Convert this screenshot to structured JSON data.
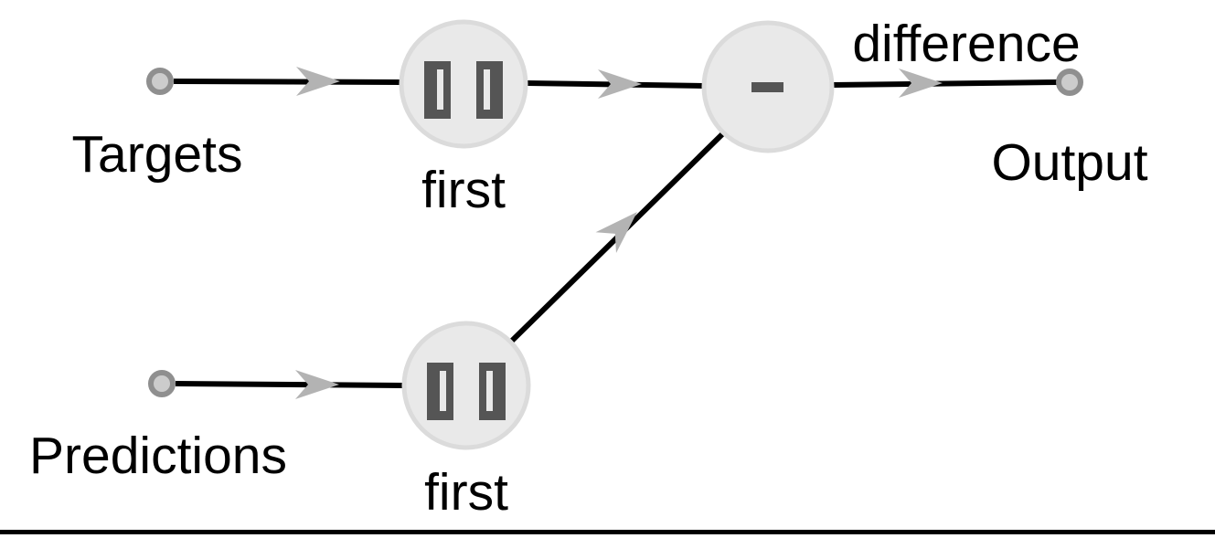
{
  "diagram": {
    "type": "dataflow-graph",
    "labels": {
      "targets": "Targets",
      "predictions": "Predictions",
      "output": "Output",
      "first_top": "first",
      "first_bottom": "first",
      "difference": "difference"
    },
    "icons": {
      "first_top": "double-bracket-icon",
      "first_bottom": "double-bracket-icon",
      "subtract": "minus-icon"
    },
    "colors": {
      "background": "#ffffff",
      "node_fill": "#e9e9e9",
      "node_border": "#dbdbdb",
      "icon": "#555555",
      "edge": "#000000",
      "arrowhead": "#b3b3b3",
      "terminal_ring": "#8f8f8f",
      "terminal_fill": "#cccccc",
      "text": "#000000",
      "bottom_divider": "#000000"
    }
  }
}
